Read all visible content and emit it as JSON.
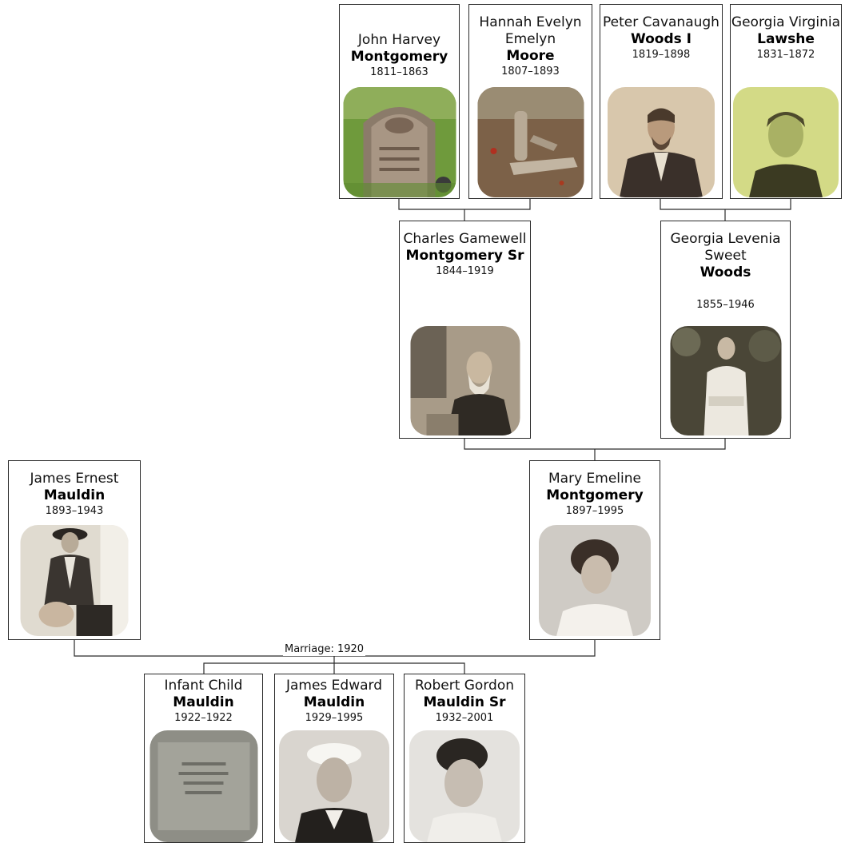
{
  "people": {
    "john_harvey": {
      "given": "John Harvey",
      "surname": "Montgomery",
      "dates": "1811–1863"
    },
    "hannah": {
      "given": "Hannah Evelyn Emelyn",
      "surname": "Moore",
      "dates": "1807–1893"
    },
    "peter": {
      "given": "Peter Cavanaugh",
      "surname": "Woods I",
      "dates": "1819–1898"
    },
    "georgia_virginia": {
      "given": "Georgia Virginia",
      "surname": "Lawshe",
      "dates": "1831–1872"
    },
    "charles": {
      "given": "Charles Gamewell",
      "surname": "Montgomery Sr",
      "dates": "1844–1919"
    },
    "georgia_levenia": {
      "given": "Georgia Levenia Sweet",
      "surname": "Woods",
      "dates": "1855–1946"
    },
    "james_ernest": {
      "given": "James Ernest",
      "surname": "Mauldin",
      "dates": "1893–1943"
    },
    "mary_emeline": {
      "given": "Mary Emeline",
      "surname": "Montgomery",
      "dates": "1897–1995"
    },
    "infant": {
      "given": "Infant Child",
      "surname": "Mauldin",
      "dates": "1922–1922"
    },
    "james_edward": {
      "given": "James Edward",
      "surname": "Mauldin",
      "dates": "1929–1995"
    },
    "robert": {
      "given": "Robert Gordon",
      "surname": "Mauldin Sr",
      "dates": "1932–2001"
    }
  },
  "marriage_label": "Marriage: 1920"
}
